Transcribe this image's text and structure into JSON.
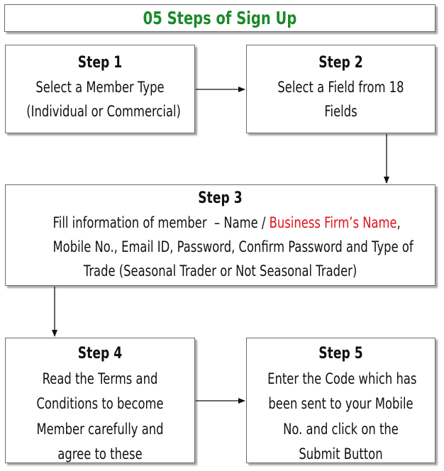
{
  "title": {
    "text": "05 Steps of Sign Up",
    "color": "#1a8a2a"
  },
  "highlight_color": "#e0101a",
  "steps": [
    {
      "heading": "Step 1",
      "lines": [
        "Select a Member Type",
        "(Individual or Commercial)"
      ]
    },
    {
      "heading": "Step 2",
      "lines": [
        "Select a Field from 18",
        "Fields"
      ]
    },
    {
      "heading": "Step 3",
      "line1_prefix": "Fill information of member  – Name / ",
      "line1_highlight": "Business Firm’s Name",
      "line1_suffix": ",",
      "lines": [
        "Mobile No., Email ID, Password, Confirm Password and Type of",
        "Trade (Seasonal Trader or Not Seasonal Trader)"
      ]
    },
    {
      "heading": "Step 4",
      "lines": [
        "Read the Terms and",
        "Conditions to become",
        "Member carefully and",
        "agree to these"
      ]
    },
    {
      "heading": "Step 5",
      "lines": [
        "Enter the Code which has",
        "been sent to your Mobile",
        "No. and click on the",
        "Submit Button"
      ]
    }
  ]
}
